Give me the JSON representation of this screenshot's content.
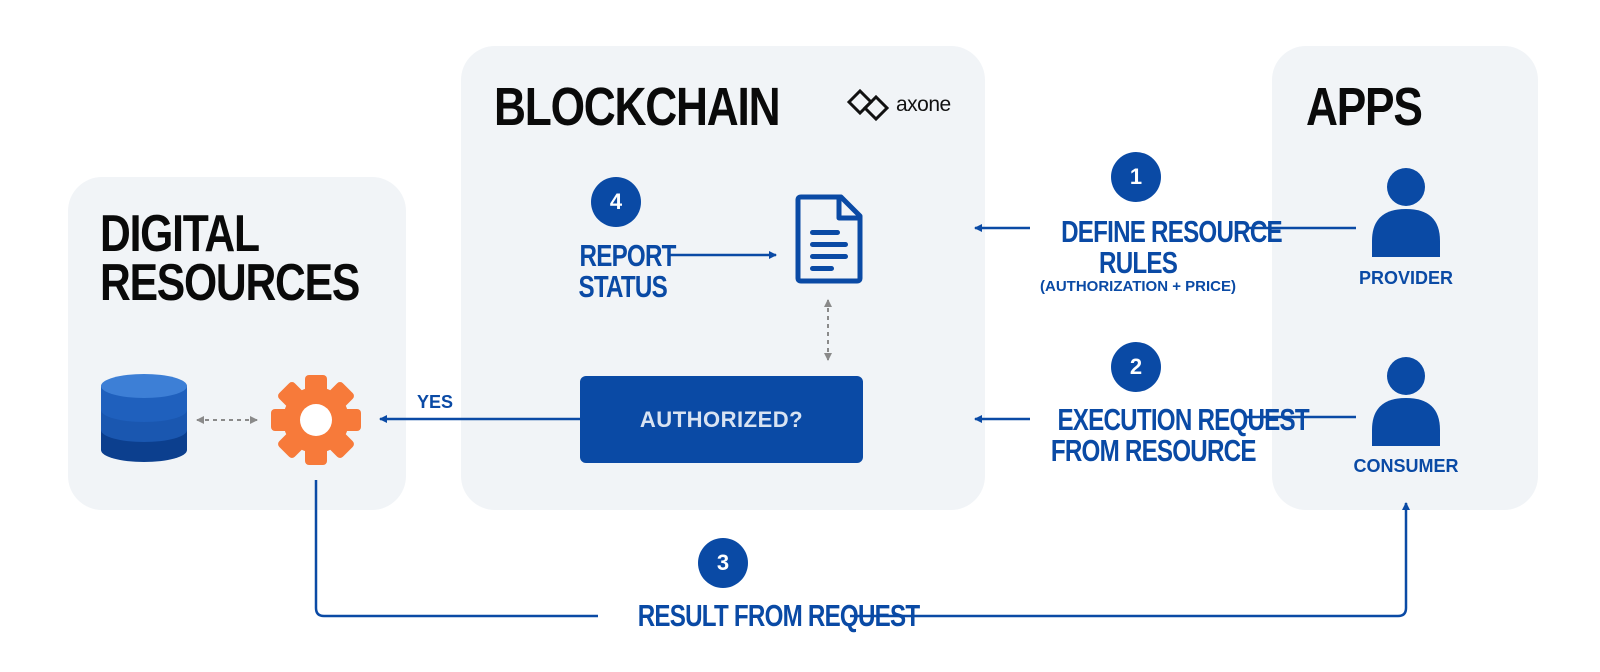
{
  "panels": {
    "digital_resources": {
      "title_line1": "DIGITAL",
      "title_line2": "RESOURCES"
    },
    "blockchain": {
      "title": "BLOCKCHAIN",
      "logo_text": "axone"
    },
    "apps": {
      "title": "APPS"
    }
  },
  "steps": [
    {
      "number": "1",
      "label_line1": "DEFINE RESOURCE",
      "label_line2": "RULES",
      "sublabel": "(AUTHORIZATION + PRICE)"
    },
    {
      "number": "2",
      "label_line1": "EXECUTION REQUEST",
      "label_line2": "FROM RESOURCE"
    },
    {
      "number": "3",
      "label_line1": "RESULT FROM REQUEST"
    },
    {
      "number": "4",
      "label_line1": "REPORT",
      "label_line2": "STATUS"
    }
  ],
  "actors": {
    "provider": "PROVIDER",
    "consumer": "CONSUMER"
  },
  "decision": {
    "label": "AUTHORIZED?",
    "yes_label": "YES"
  },
  "colors": {
    "primary_blue": "#0a4aa5",
    "panel_bg": "#f1f4f7",
    "gear_orange": "#f77a3a",
    "database_blue": "#1a57b0",
    "connector_gray": "#8a8a8a"
  },
  "icons": [
    "database-icon",
    "gear-icon",
    "document-icon",
    "person-icon",
    "axone-logo-icon"
  ]
}
